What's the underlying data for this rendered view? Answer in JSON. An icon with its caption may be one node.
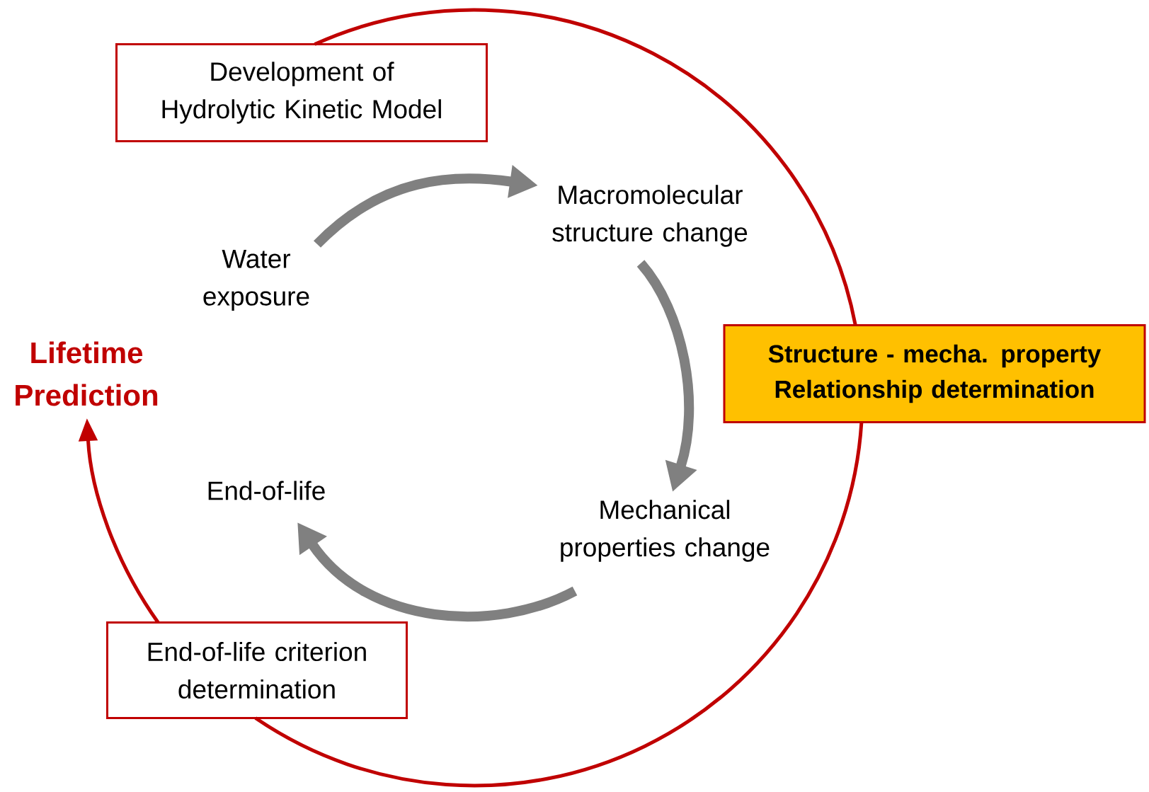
{
  "diagram": {
    "nodes": [
      {
        "text": [
          "Development of Hydrolytic Kinetic Model"
        ]
      },
      {
        "text": [
          "Water exposure"
        ]
      },
      {
        "text": [
          "Macromolecular structure change"
        ]
      },
      {
        "text": [
          "Structure - mecha. property Relationship determination"
        ]
      },
      {
        "text": [
          "Mechanical properties change"
        ]
      },
      {
        "text": [
          "End-of-life"
        ]
      },
      {
        "text": [
          "End-of-life criterion determination"
        ]
      },
      {
        "text": [
          "Lifetime Prediction"
        ]
      }
    ],
    "edges": [
      {
        "from": 1,
        "to": 2,
        "arrow": "to",
        "style": "thick",
        "color": "#808080"
      },
      {
        "from": 2,
        "to": 4,
        "arrow": "to",
        "style": "thick",
        "color": "#808080"
      },
      {
        "from": 4,
        "to": 5,
        "arrow": "to",
        "style": "thick",
        "color": "#808080"
      },
      {
        "from": 0,
        "to": 3,
        "arrow": "none",
        "color": "#c00000"
      },
      {
        "from": 3,
        "to": 6,
        "arrow": "none",
        "color": "#c00000"
      },
      {
        "from": 6,
        "to": 7,
        "arrow": "to",
        "color": "#c00000"
      }
    ]
  }
}
